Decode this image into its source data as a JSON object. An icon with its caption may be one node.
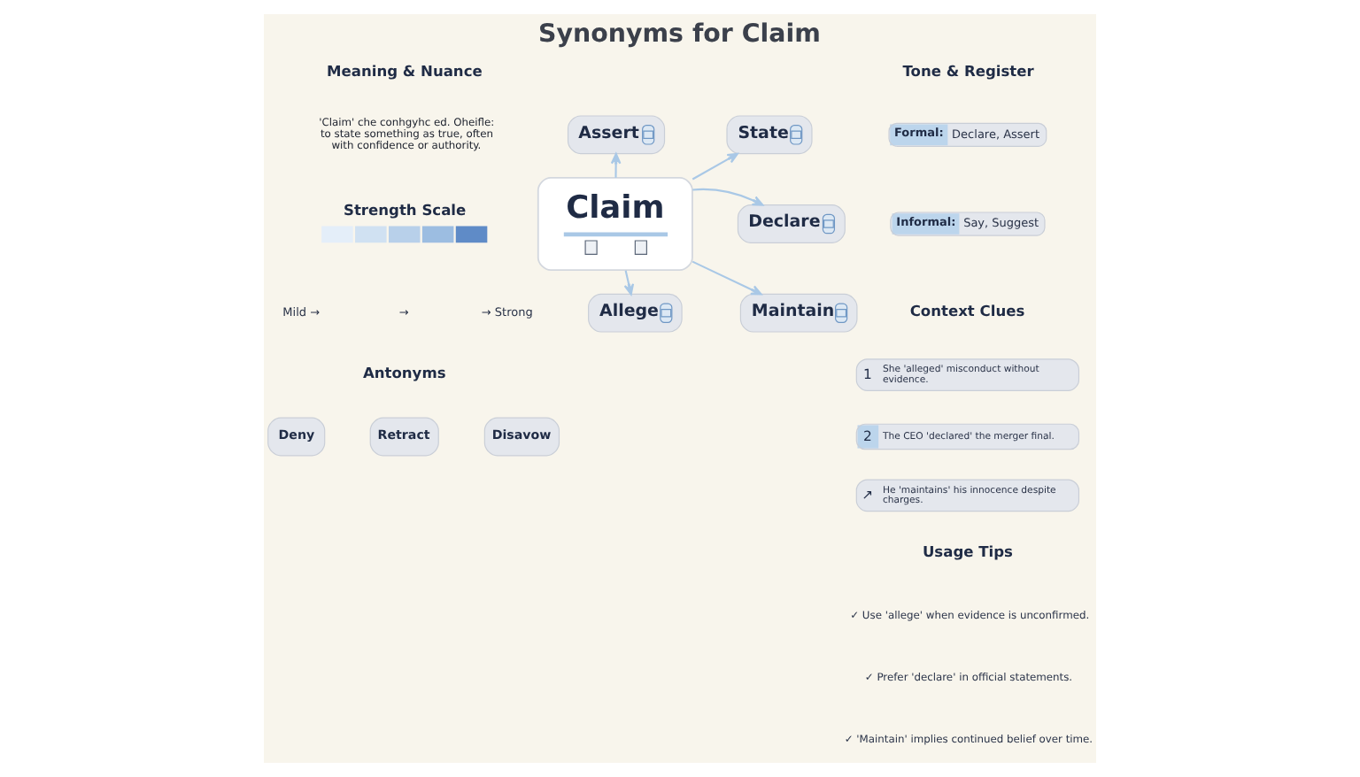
{
  "diagram": {
    "title": "Synonyms for Claim",
    "nodes": [
      {
        "text": [
          "Assert"
        ]
      },
      {
        "text": [
          "State"
        ]
      },
      {
        "text": [
          "Formal:",
          "Declare, Assert"
        ]
      },
      {
        "text": [
          "Informal:",
          "Say, Suggest"
        ]
      },
      {
        "text": [
          "Claim"
        ]
      },
      {
        "text": [
          "Declare"
        ]
      },
      {
        "text": [
          "1",
          "She 'alleged' misconduct without evidence."
        ]
      },
      {
        "text": [
          "2",
          "The CEO 'declared' the merger final."
        ]
      },
      {
        "text": [
          "↗",
          "He 'maintains' his innocence despite charges."
        ]
      },
      {
        "text": [
          "Allege"
        ]
      },
      {
        "text": [
          "Maintain"
        ]
      },
      {
        "text": [
          "Deny"
        ]
      },
      {
        "text": [
          "Retract"
        ]
      },
      {
        "text": [
          "Disavow"
        ]
      }
    ],
    "edges": [
      {
        "from": 4,
        "to": 0,
        "arrow": "to"
      },
      {
        "from": 4,
        "to": 1,
        "arrow": "to"
      },
      {
        "from": 4,
        "to": 5,
        "arrow": "to"
      },
      {
        "from": 4,
        "to": 9,
        "arrow": "to"
      },
      {
        "from": 4,
        "to": 10,
        "arrow": "to"
      }
    ],
    "labels": [
      "Meaning & Nuance",
      "'Claim' che conhgyhc ed. Oheifle: to state something as true, often with confidence or authority.",
      "Tone & Register",
      "Strength Scale",
      "Context Clues",
      "Mild →",
      "→",
      "→ Strong",
      "Antonyms",
      "Usage Tips",
      "✓ Use 'allege' when evidence is unconfirmed.",
      "✓ Prefer 'declare' in official statements.",
      "✓ 'Maintain' implies continued belief over time."
    ]
  }
}
